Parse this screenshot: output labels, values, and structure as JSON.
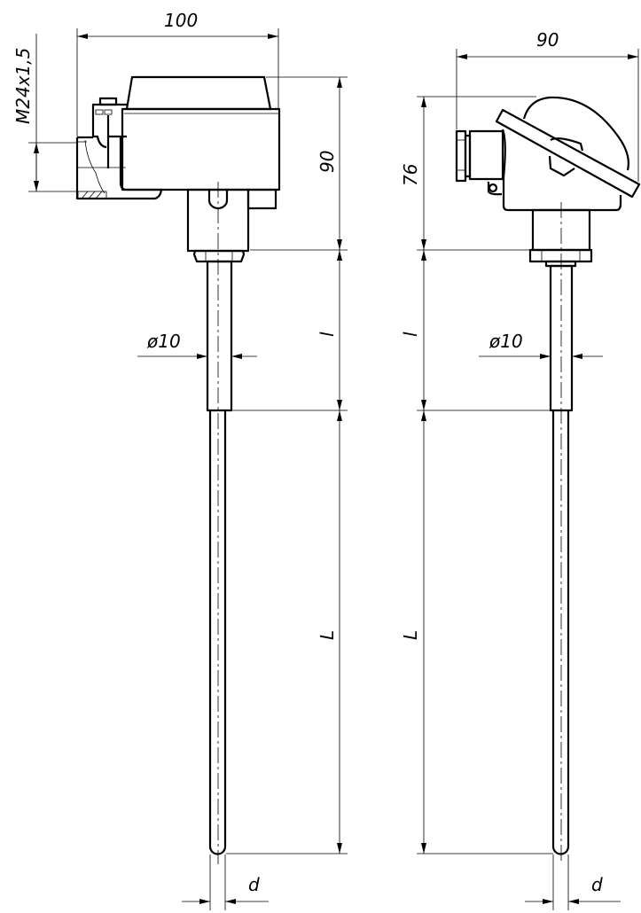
{
  "drawing": {
    "left_view": {
      "width_dim": "100",
      "head_height_dim": "90",
      "thread_dim": "M24x1,5",
      "sleeve_dia_dim": "ø10",
      "sleeve_length_dim": "l",
      "probe_length_dim": "L",
      "probe_dia_dim": "d"
    },
    "right_view": {
      "width_dim": "90",
      "head_height_dim": "76",
      "sleeve_dia_dim": "ø10",
      "sleeve_length_dim": "l",
      "probe_length_dim": "L",
      "probe_dia_dim": "d"
    },
    "line_color": "#000000",
    "background": "#ffffff"
  }
}
